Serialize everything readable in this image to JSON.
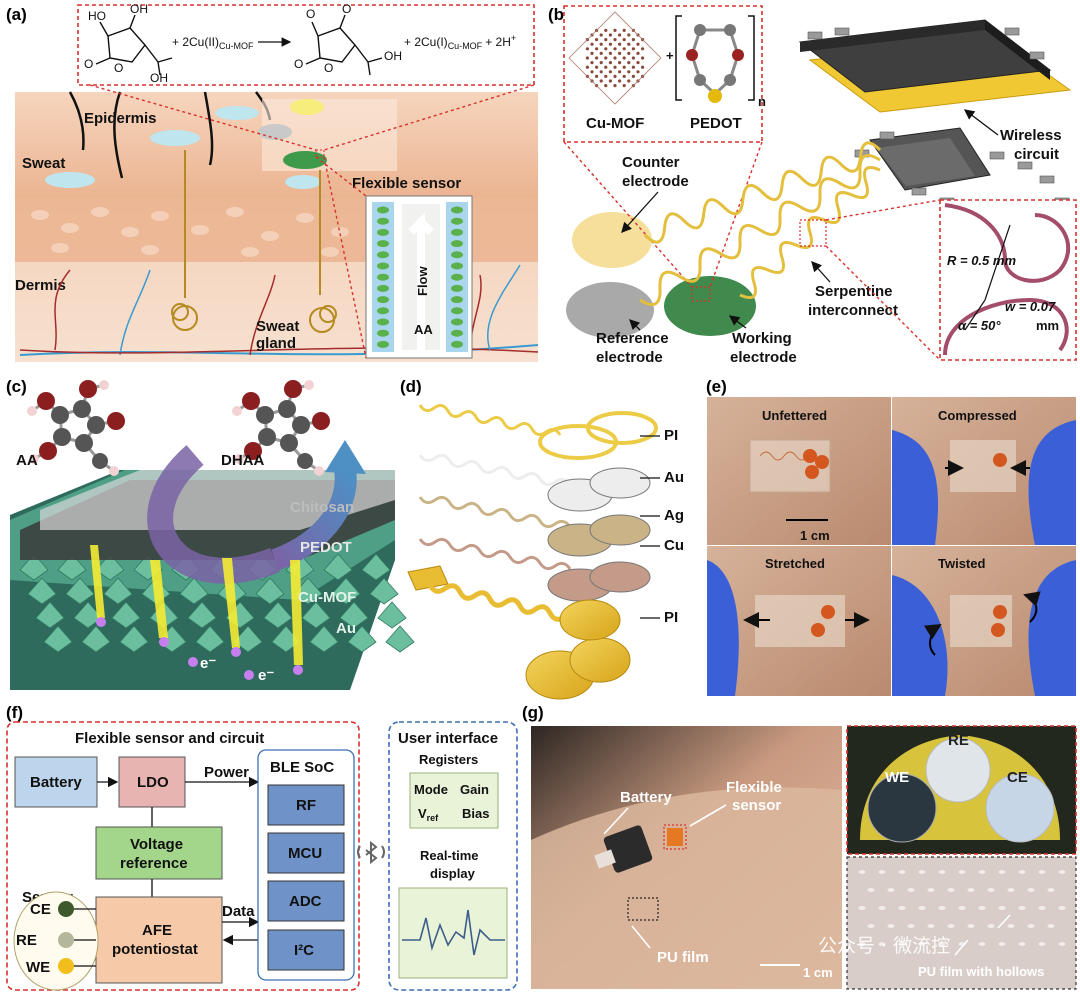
{
  "panels": {
    "a": "(a)",
    "b": "(b)",
    "c": "(c)",
    "d": "(d)",
    "e": "(e)",
    "f": "(f)",
    "g": "(g)"
  },
  "panel_a": {
    "reaction_left": "+ 2Cu(II)",
    "reaction_left_sub": "Cu-MOF",
    "reaction_right": "+ 2Cu(I)",
    "reaction_right_sub": "Cu-MOF",
    "reaction_right_tail": "+ 2H",
    "reaction_right_sup": "+",
    "ho1": "HO",
    "oh1": "OH",
    "oh2": "OH",
    "o1": "O",
    "o2": "O",
    "o3": "O",
    "o4": "O",
    "o5": "O",
    "o6": "O",
    "oh3": "OH",
    "epidermis": "Epidermis",
    "sweat": "Sweat",
    "flexible_sensor": "Flexible sensor",
    "dermis": "Dermis",
    "sweat_gland": "Sweat\ngland",
    "sweat_gland_1": "Sweat",
    "sweat_gland_2": "gland",
    "flow": "Flow",
    "aa": "AA"
  },
  "panel_b": {
    "cu_mof": "Cu-MOF",
    "pedot": "PEDOT",
    "plus": "+",
    "n": "n",
    "wireless_1": "Wireless",
    "wireless_2": "circuit",
    "counter_1": "Counter",
    "counter_2": "electrode",
    "reference_1": "Reference",
    "reference_2": "electrode",
    "working_1": "Working",
    "working_2": "electrode",
    "serpentine_1": "Serpentine",
    "serpentine_2": "interconnect",
    "r_value": "R = 0.5 mm",
    "w_value": "w = 0.07",
    "w_unit": "mm",
    "alpha_value": "α = 50°"
  },
  "panel_c": {
    "aa": "AA",
    "dhaa": "DHAA",
    "chitosan": "Chitosan",
    "pedot": "PEDOT",
    "cu_mof": "Cu-MOF",
    "au": "Au",
    "e1": "e⁻",
    "e2": "e⁻"
  },
  "panel_d": {
    "layers": [
      "PI",
      "Au",
      "Ag",
      "Cu",
      "PI"
    ]
  },
  "panel_e": {
    "unfettered": "Unfettered",
    "compressed": "Compressed",
    "stretched": "Stretched",
    "twisted": "Twisted",
    "scale": "1 cm"
  },
  "panel_f": {
    "title": "Flexible sensor and circuit",
    "battery": "Battery",
    "ldo": "LDO",
    "power": "Power",
    "ble_soc": "BLE SoC",
    "rf": "RF",
    "mcu": "MCU",
    "adc": "ADC",
    "i2c": "I²C",
    "voltage_ref_1": "Voltage",
    "voltage_ref_2": "reference",
    "afe_1": "AFE",
    "afe_2": "potentiostat",
    "data": "Data",
    "sensor": "Sensor",
    "ce": "CE",
    "re": "RE",
    "we": "WE",
    "ui_title": "User interface",
    "registers": "Registers",
    "mode": "Mode",
    "gain": "Gain",
    "vref": "V",
    "vref_sub": "ref",
    "bias": "Bias",
    "realtime_1": "Real-time",
    "realtime_2": "display"
  },
  "panel_g": {
    "battery": "Battery",
    "flexible_1": "Flexible",
    "flexible_2": "sensor",
    "pu_film": "PU film",
    "scale": "1 cm",
    "re": "RE",
    "we": "WE",
    "ce": "CE",
    "pu_hollows": "PU film with hollows",
    "watermark": "公众号 · 微流控"
  },
  "colors": {
    "red_dash": "#d9302c",
    "blue_dash": "#3c6fb3",
    "box_blue": "#bcd4ec",
    "box_pink": "#e8b4b1",
    "box_green": "#a3d68a",
    "box_peach": "#f6c9a8",
    "ble_box": "#6f93c9",
    "skin": "#f3c6a6",
    "gold": "#e9c23a",
    "mof_green": "#3fa37a"
  }
}
